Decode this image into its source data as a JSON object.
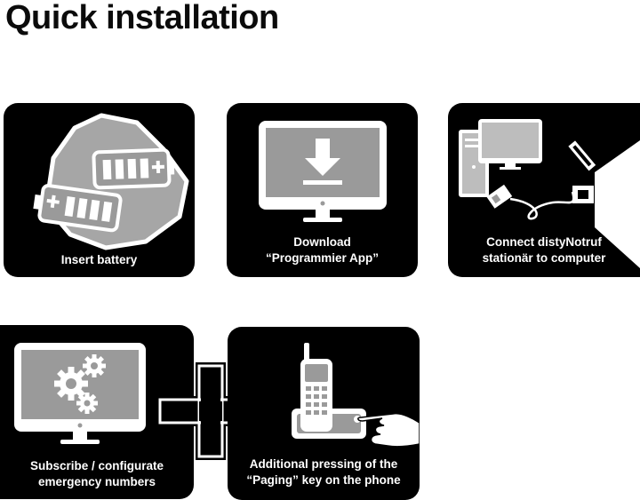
{
  "title": "Quick installation",
  "steps": [
    {
      "caption_lines": [
        "Insert battery"
      ]
    },
    {
      "caption_lines": [
        "Download",
        "“Programmier App”"
      ]
    },
    {
      "caption_lines": [
        "Connect distyNotruf",
        "stationär to computer"
      ]
    },
    {
      "caption_lines": [
        "Subscribe / configurate",
        "emergency numbers"
      ]
    },
    {
      "caption_lines": [
        "Additional pressing of the",
        "“Paging” key on the phone"
      ]
    }
  ],
  "colors": {
    "tile_background": "#000000",
    "illustration_gray": "#9a9a9a",
    "illustration_light": "#bdbdbd",
    "caption_text": "#ffffff"
  },
  "icons": [
    "battery-icon",
    "download-icon",
    "computer-connection-icon",
    "settings-gears-icon",
    "plus-icon",
    "phone-paging-icon"
  ]
}
